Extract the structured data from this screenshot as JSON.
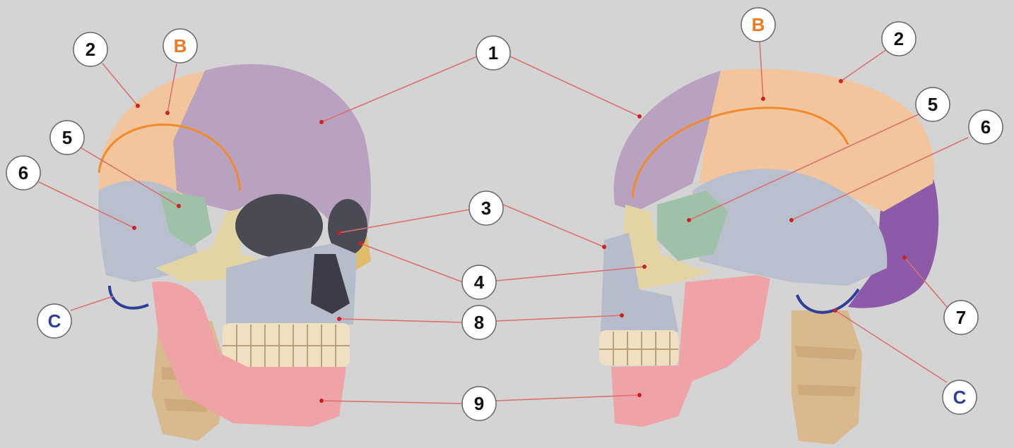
{
  "colors": {
    "background": "#d4d4d4",
    "frontal": "#b9a2c0",
    "parietal": "#f3c59d",
    "zygomatic": "#e3d4a4",
    "sphenoid": "#9fc1a8",
    "temporal": "#b9bfcc",
    "occipital": "#8c5aa8",
    "maxilla": "#b7bccb",
    "mandible": "#f0a3a6",
    "teeth": "#efe0c2",
    "vertebrae": "#d9b98e",
    "leader_line": "#d9706e",
    "arc_b": "#f08a2a",
    "arc_c": "#2e3f9a",
    "label_fill": "#ffffff",
    "label_text": "#111111",
    "letter_b": "#f07a22",
    "letter_c": "#2e3f9a"
  },
  "labels": {
    "n1": "1",
    "n2": "2",
    "n3": "3",
    "n4": "4",
    "n5": "5",
    "n6": "6",
    "n7": "7",
    "n8": "8",
    "n9": "9",
    "letter_b": "B",
    "letter_c": "C"
  }
}
